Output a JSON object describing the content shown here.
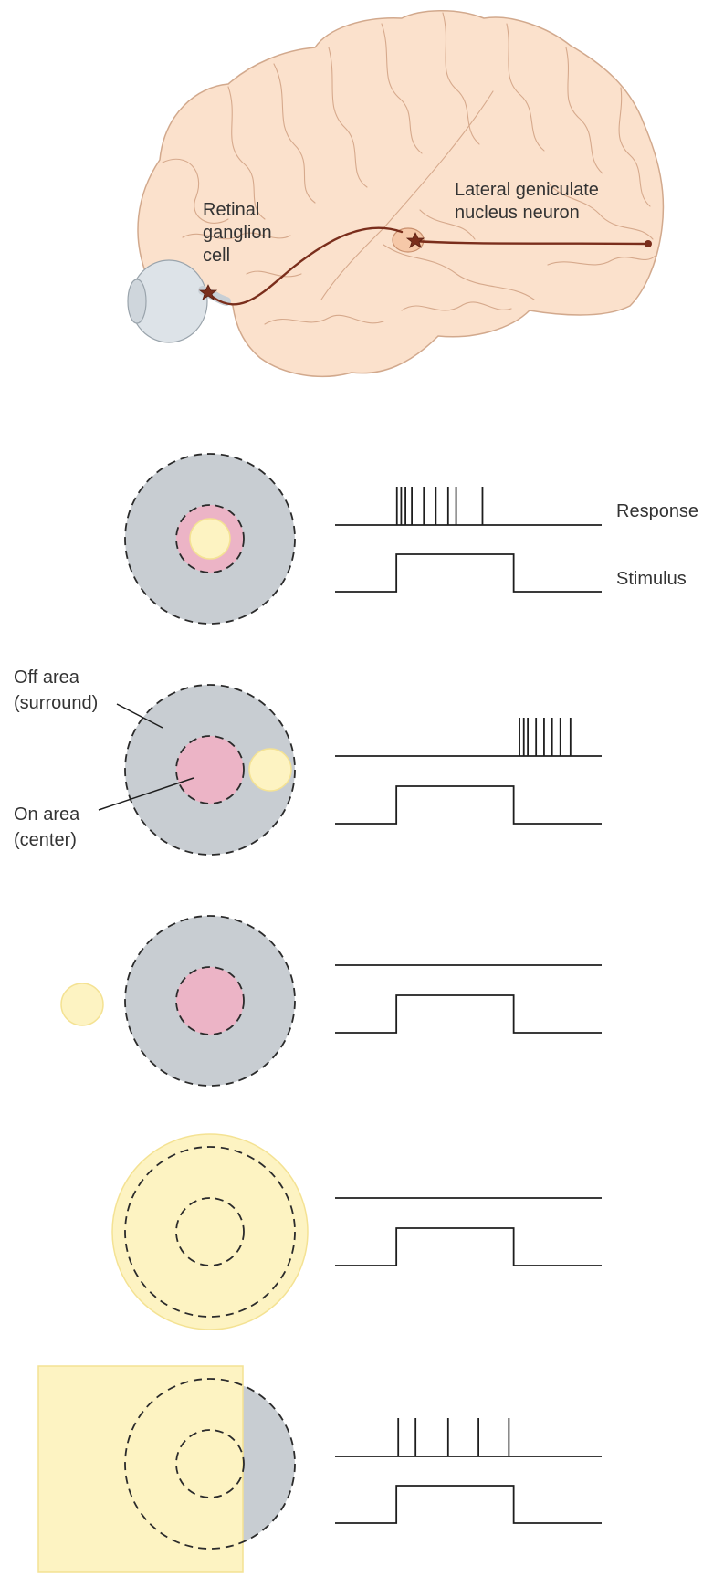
{
  "colors": {
    "brain_fill": "#fbe1cc",
    "brain_outline": "#d2a98d",
    "eye_fill": "#dde3e8",
    "axon": "#7a2e1c",
    "surround": "#c8cdd2",
    "center": "#ecb4c6",
    "light_spot": "#fdf3c2",
    "light_spot_edge": "#f4e293",
    "line": "#1e1e1e"
  },
  "anatomy": {
    "retinal_ganglion_label": [
      "Retinal",
      "ganglion",
      "cell"
    ],
    "lgn_label": [
      "Lateral geniculate",
      "nucleus neuron"
    ]
  },
  "trace_labels": {
    "response": "Response",
    "stimulus": "Stimulus"
  },
  "field_labels": {
    "off_area": [
      "Off area",
      "(surround)"
    ],
    "on_area": [
      "On area",
      "(center)"
    ]
  },
  "stimulus_timing": {
    "on": 0.23,
    "off": 0.67
  },
  "conditions": [
    {
      "stimulus": "center-spot",
      "spikes": [
        0.232,
        0.248,
        0.264,
        0.288,
        0.333,
        0.378,
        0.424,
        0.454,
        0.553
      ]
    },
    {
      "stimulus": "surround-spot",
      "spikes": [
        0.692,
        0.708,
        0.723,
        0.754,
        0.784,
        0.814,
        0.845,
        0.883
      ]
    },
    {
      "stimulus": "outside-spot",
      "spikes": []
    },
    {
      "stimulus": "diffuse-field",
      "spikes": []
    },
    {
      "stimulus": "half-field",
      "spikes": [
        0.237,
        0.302,
        0.424,
        0.538,
        0.652
      ]
    }
  ]
}
